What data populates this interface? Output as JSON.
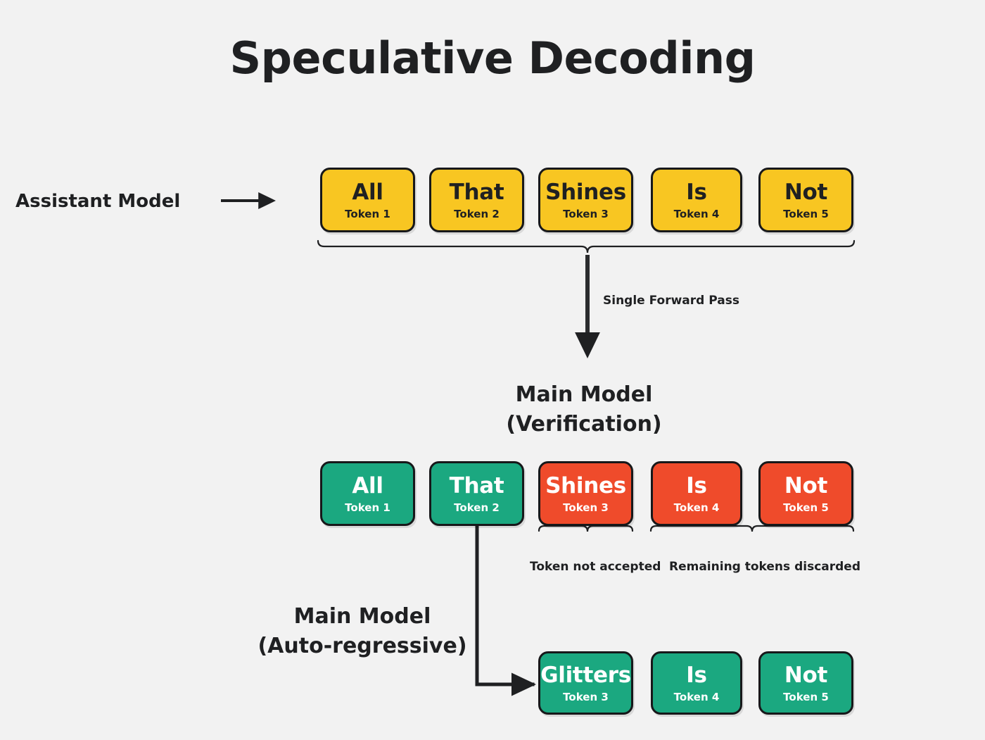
{
  "diagram": {
    "title": "Speculative Decoding",
    "background_color": "#f2f2f2",
    "ink_color": "#1f2022"
  },
  "colors": {
    "draft_yellow": "#f8c622",
    "accepted_green": "#1ba880",
    "rejected_red": "#ef4b2b"
  },
  "labels": {
    "assistant_model": "Assistant Model",
    "main_model_verification_line1": "Main Model",
    "main_model_verification_line2": "(Verification)",
    "main_model_autoregressive_line1": "Main Model",
    "main_model_autoregressive_line2": "(Auto-regressive)",
    "single_forward_pass": "Single Forward Pass",
    "token_not_accepted": "Token not accepted",
    "remaining_tokens_discarded": "Remaining tokens discarded"
  },
  "rows": {
    "draft": {
      "name": "assistant-draft-tokens",
      "tone": "yellow",
      "tokens": [
        {
          "word": "All",
          "index": "Token 1"
        },
        {
          "word": "That",
          "index": "Token 2"
        },
        {
          "word": "Shines",
          "index": "Token 3"
        },
        {
          "word": "Is",
          "index": "Token 4"
        },
        {
          "word": "Not",
          "index": "Token 5"
        }
      ]
    },
    "verification": {
      "name": "main-model-verification-tokens",
      "tokens": [
        {
          "word": "All",
          "index": "Token 1",
          "tone": "green",
          "status": "accepted"
        },
        {
          "word": "That",
          "index": "Token 2",
          "tone": "green",
          "status": "accepted"
        },
        {
          "word": "Shines",
          "index": "Token 3",
          "tone": "red",
          "status": "rejected"
        },
        {
          "word": "Is",
          "index": "Token 4",
          "tone": "red",
          "status": "discarded"
        },
        {
          "word": "Not",
          "index": "Token 5",
          "tone": "red",
          "status": "discarded"
        }
      ]
    },
    "autoregressive": {
      "name": "main-model-autoregressive-tokens",
      "tone": "green",
      "tokens": [
        {
          "word": "Glitters",
          "index": "Token 3"
        },
        {
          "word": "Is",
          "index": "Token 4"
        },
        {
          "word": "Not",
          "index": "Token 5"
        }
      ]
    }
  },
  "connectors": {
    "assistant_arrow": "arrow-right",
    "forward_pass_arrow": "arrow-down",
    "autoregressive_arrow": "elbow-arrow-down-right"
  }
}
